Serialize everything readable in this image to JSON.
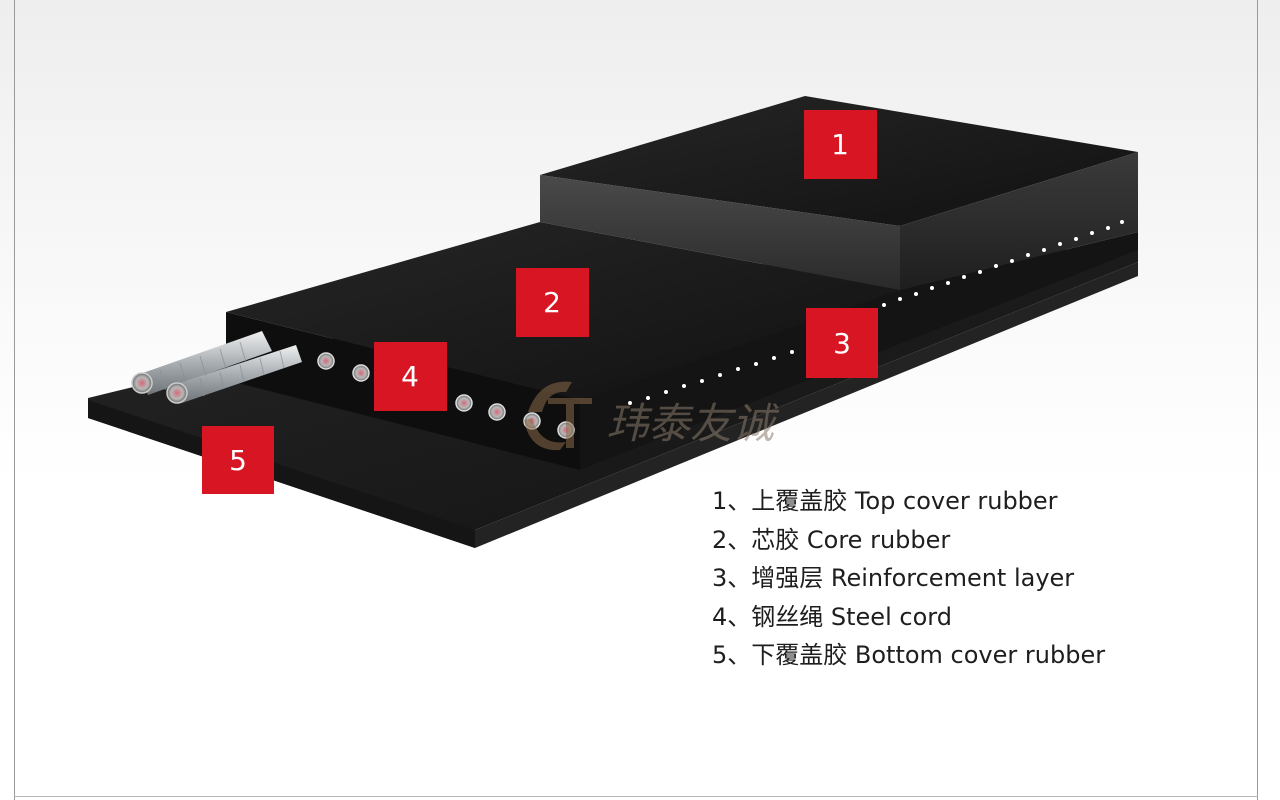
{
  "badges": [
    {
      "id": "1",
      "label": "1"
    },
    {
      "id": "2",
      "label": "2"
    },
    {
      "id": "3",
      "label": "3"
    },
    {
      "id": "4",
      "label": "4"
    },
    {
      "id": "5",
      "label": "5"
    }
  ],
  "watermark": {
    "text": "玮泰友诚"
  },
  "legend": [
    {
      "text": "1、上覆盖胶 Top cover rubber"
    },
    {
      "text": "2、芯胶 Core rubber"
    },
    {
      "text": "3、增强层 Reinforcement layer"
    },
    {
      "text": "4、钢丝绳 Steel cord"
    },
    {
      "text": "5、下覆盖胶 Bottom cover rubber"
    }
  ],
  "colors": {
    "badge": "#d81623",
    "rubber_top": "#1c1c1c",
    "rubber_edge": "#3a3a3a",
    "cord": "#bfc3c6"
  }
}
